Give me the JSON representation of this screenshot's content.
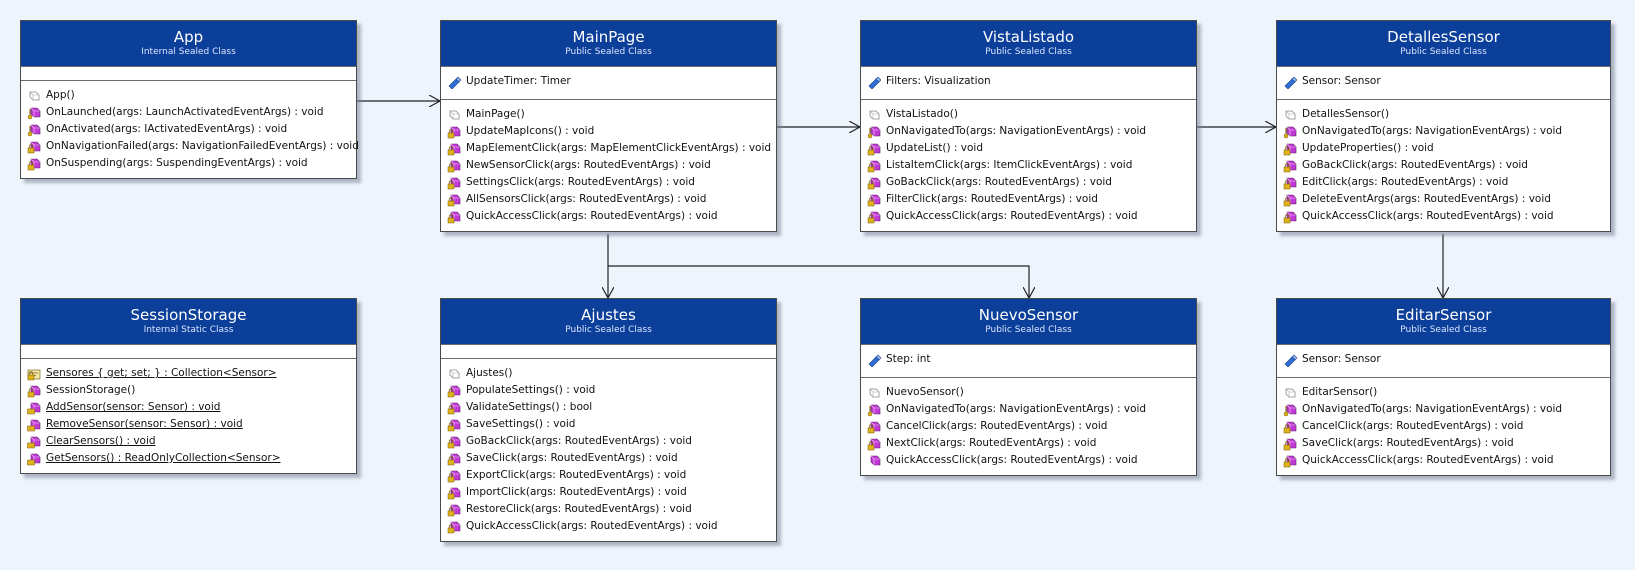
{
  "classes": [
    {
      "id": "App",
      "name": "App",
      "stereotype": "Internal Sealed Class",
      "fields": [],
      "methods": [
        {
          "text": "App()",
          "icon": "constructor-icon",
          "static": false
        },
        {
          "text": "OnLaunched(args: LaunchActivatedEventArgs) : void",
          "icon": "protected-method-icon",
          "static": false
        },
        {
          "text": "OnActivated(args: IActivatedEventArgs) : void",
          "icon": "protected-method-icon",
          "static": false
        },
        {
          "text": "OnNavigationFailed(args: NavigationFailedEventArgs) : void",
          "icon": "private-method-icon",
          "static": false
        },
        {
          "text": "OnSuspending(args: SuspendingEventArgs) : void",
          "icon": "private-method-icon",
          "static": false
        }
      ]
    },
    {
      "id": "MainPage",
      "name": "MainPage",
      "stereotype": "Public Sealed Class",
      "fields": [
        {
          "text": "UpdateTimer: Timer",
          "icon": "field-icon",
          "static": false
        }
      ],
      "methods": [
        {
          "text": "MainPage()",
          "icon": "constructor-icon",
          "static": false
        },
        {
          "text": "UpdateMapIcons() : void",
          "icon": "private-method-icon",
          "static": false
        },
        {
          "text": "MapElementClick(args: MapElementClickEventArgs) : void",
          "icon": "private-method-icon",
          "static": false
        },
        {
          "text": "NewSensorClick(args: RoutedEventArgs) : void",
          "icon": "private-method-icon",
          "static": false
        },
        {
          "text": "SettingsClick(args: RoutedEventArgs) : void",
          "icon": "private-method-icon",
          "static": false
        },
        {
          "text": "AllSensorsClick(args: RoutedEventArgs) : void",
          "icon": "private-method-icon",
          "static": false
        },
        {
          "text": "QuickAccessClick(args: RoutedEventArgs) : void",
          "icon": "private-method-icon",
          "static": false
        }
      ]
    },
    {
      "id": "VistaListado",
      "name": "VistaListado",
      "stereotype": "Public Sealed Class",
      "fields": [
        {
          "text": "Filters: Visualization",
          "icon": "field-icon",
          "static": false
        }
      ],
      "methods": [
        {
          "text": "VistaListado()",
          "icon": "constructor-icon",
          "static": false
        },
        {
          "text": "OnNavigatedTo(args: NavigationEventArgs) : void",
          "icon": "protected-method-icon",
          "static": false
        },
        {
          "text": "UpdateList() : void",
          "icon": "private-method-icon",
          "static": false
        },
        {
          "text": "ListaItemClick(args: ItemClickEventArgs) : void",
          "icon": "private-method-icon",
          "static": false
        },
        {
          "text": "GoBackClick(args: RoutedEventArgs) : void",
          "icon": "private-method-icon",
          "static": false
        },
        {
          "text": "FilterClick(args: RoutedEventArgs) : void",
          "icon": "private-method-icon",
          "static": false
        },
        {
          "text": "QuickAccessClick(args: RoutedEventArgs) : void",
          "icon": "private-method-icon",
          "static": false
        }
      ]
    },
    {
      "id": "DetallesSensor",
      "name": "DetallesSensor",
      "stereotype": "Public Sealed Class",
      "fields": [
        {
          "text": "Sensor: Sensor",
          "icon": "field-icon",
          "static": false
        }
      ],
      "methods": [
        {
          "text": "DetallesSensor()",
          "icon": "constructor-icon",
          "static": false
        },
        {
          "text": "OnNavigatedTo(args: NavigationEventArgs) : void",
          "icon": "protected-method-icon",
          "static": false
        },
        {
          "text": "UpdateProperties() : void",
          "icon": "private-method-icon",
          "static": false
        },
        {
          "text": "GoBackClick(args: RoutedEventArgs) : void",
          "icon": "private-method-icon",
          "static": false
        },
        {
          "text": "EditClick(args: RoutedEventArgs) : void",
          "icon": "private-method-icon",
          "static": false
        },
        {
          "text": "DeleteEventArgs(args: RoutedEventArgs) : void",
          "icon": "private-method-icon",
          "static": false
        },
        {
          "text": "QuickAccessClick(args: RoutedEventArgs) : void",
          "icon": "private-method-icon",
          "static": false
        }
      ]
    },
    {
      "id": "SessionStorage",
      "name": "SessionStorage",
      "stereotype": "Internal Static Class",
      "fields": [],
      "methods": [
        {
          "text": "Sensores { get; set; } : Collection<Sensor>",
          "icon": "property-icon",
          "static": true
        },
        {
          "text": "SessionStorage()",
          "icon": "private-method-icon",
          "static": false
        },
        {
          "text": "AddSensor(sensor: Sensor) : void",
          "icon": "internal-method-icon",
          "static": true
        },
        {
          "text": "RemoveSensor(sensor: Sensor) : void",
          "icon": "internal-method-icon",
          "static": true
        },
        {
          "text": "ClearSensors() : void",
          "icon": "internal-method-icon",
          "static": true
        },
        {
          "text": "GetSensors() : ReadOnlyCollection<Sensor>",
          "icon": "internal-method-icon",
          "static": true
        }
      ]
    },
    {
      "id": "Ajustes",
      "name": "Ajustes",
      "stereotype": "Public Sealed Class",
      "fields": [],
      "methods": [
        {
          "text": "Ajustes()",
          "icon": "constructor-icon",
          "static": false
        },
        {
          "text": "PopulateSettings() : void",
          "icon": "private-method-icon",
          "static": false
        },
        {
          "text": "ValidateSettings() : bool",
          "icon": "private-method-icon",
          "static": false
        },
        {
          "text": "SaveSettings() : void",
          "icon": "private-method-icon",
          "static": false
        },
        {
          "text": "GoBackClick(args: RoutedEventArgs) : void",
          "icon": "private-method-icon",
          "static": false
        },
        {
          "text": "SaveClick(args: RoutedEventArgs) : void",
          "icon": "private-method-icon",
          "static": false
        },
        {
          "text": "ExportClick(args: RoutedEventArgs) : void",
          "icon": "private-method-icon",
          "static": false
        },
        {
          "text": "ImportClick(args: RoutedEventArgs) : void",
          "icon": "private-method-icon",
          "static": false
        },
        {
          "text": "RestoreClick(args: RoutedEventArgs) : void",
          "icon": "private-method-icon",
          "static": false
        },
        {
          "text": "QuickAccessClick(args: RoutedEventArgs) : void",
          "icon": "private-method-icon",
          "static": false
        }
      ]
    },
    {
      "id": "NuevoSensor",
      "name": "NuevoSensor",
      "stereotype": "Public Sealed Class",
      "fields": [
        {
          "text": "Step: int",
          "icon": "field-icon",
          "static": false
        }
      ],
      "methods": [
        {
          "text": "NuevoSensor()",
          "icon": "constructor-icon",
          "static": false
        },
        {
          "text": "OnNavigatedTo(args: NavigationEventArgs) : void",
          "icon": "protected-method-icon",
          "static": false
        },
        {
          "text": "CancelClick(args: RoutedEventArgs) : void",
          "icon": "private-method-icon",
          "static": false
        },
        {
          "text": "NextClick(args: RoutedEventArgs) : void",
          "icon": "private-method-icon",
          "static": false
        },
        {
          "text": "QuickAccessClick(args: RoutedEventArgs) : void",
          "icon": "public-method-icon",
          "static": false
        }
      ]
    },
    {
      "id": "EditarSensor",
      "name": "EditarSensor",
      "stereotype": "Public Sealed Class",
      "fields": [
        {
          "text": "Sensor: Sensor",
          "icon": "field-icon",
          "static": false
        }
      ],
      "methods": [
        {
          "text": "EditarSensor()",
          "icon": "constructor-icon",
          "static": false
        },
        {
          "text": "OnNavigatedTo(args: NavigationEventArgs) : void",
          "icon": "protected-method-icon",
          "static": false
        },
        {
          "text": "CancelClick(args: RoutedEventArgs) : void",
          "icon": "private-method-icon",
          "static": false
        },
        {
          "text": "SaveClick(args: RoutedEventArgs) : void",
          "icon": "private-method-icon",
          "static": false
        },
        {
          "text": "QuickAccessClick(args: RoutedEventArgs) : void",
          "icon": "private-method-icon",
          "static": false
        }
      ]
    }
  ],
  "associations": [
    {
      "from": "App",
      "to": "MainPage"
    },
    {
      "from": "MainPage",
      "to": "VistaListado"
    },
    {
      "from": "VistaListado",
      "to": "DetallesSensor"
    },
    {
      "from": "MainPage",
      "to": "Ajustes"
    },
    {
      "from": "MainPage",
      "to": "NuevoSensor"
    },
    {
      "from": "DetallesSensor",
      "to": "EditarSensor"
    }
  ],
  "colors": {
    "background": "#eef4fc",
    "header": "#0b3f9a",
    "method_magenta": "#c23ad6",
    "field_blue": "#2f6fd6",
    "lock_yellow": "#e0b21c",
    "connector": "#222222"
  }
}
